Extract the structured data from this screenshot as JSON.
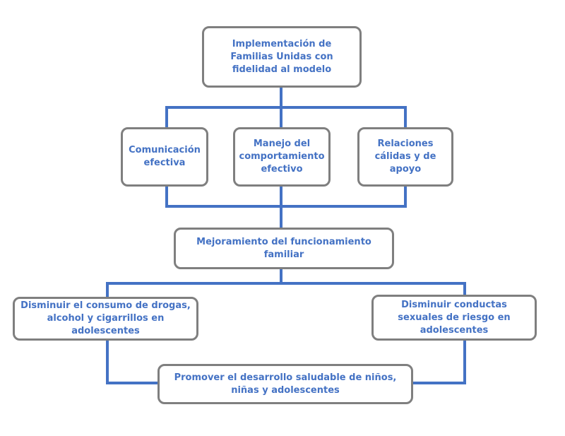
{
  "colors": {
    "connector": "#4472c4",
    "box_border": "#7f7f7f",
    "box_text": "#4472c4",
    "background": "#ffffff"
  },
  "nodes": {
    "implementation": "Implementación de Familias Unidas con fidelidad al modelo",
    "communication": "Comunicación efectiva",
    "behavior_management": "Manejo del comportamiento efectivo",
    "warm_relations": "Relaciones cálidas y de apoyo",
    "family_functioning": "Mejoramiento del funcionamiento familiar",
    "reduce_drugs": "Disminuir el consumo de drogas, alcohol y cigarrillos en adolescentes",
    "reduce_sexual_risk": "Disminuir conductas sexuales de riesgo en adolescentes",
    "healthy_development": "Promover el desarrollo saludable de niños, niñas y adolescentes"
  }
}
